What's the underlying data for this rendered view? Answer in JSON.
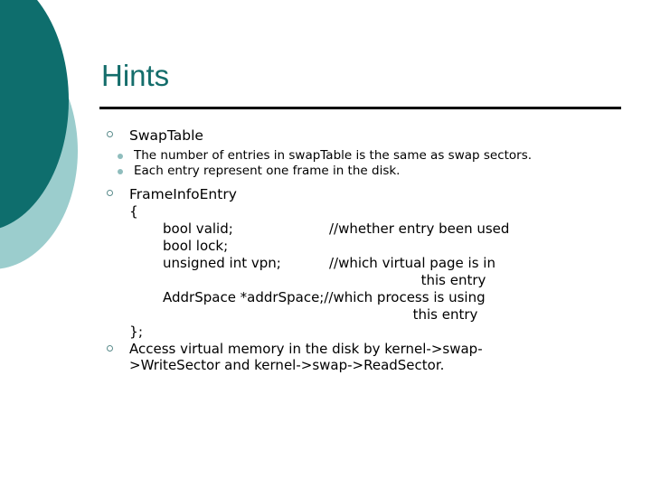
{
  "slide": {
    "title": "Hints",
    "theme": {
      "title_color": "#146D6B",
      "deco_dark_color": "#0E6E6D",
      "deco_light_color": "#9BCDCD",
      "bullet_level1_color": "#5B8C8C",
      "bullet_level2_color": "#8FBDBD",
      "rule_color": "#000000",
      "background": "#ffffff",
      "text_color": "#000000"
    },
    "bullets": {
      "swap_table": {
        "label": "SwapTable",
        "sub_items": [
          "The number of entries in swapTable is the same as swap sectors.",
          "Each entry represent one frame in the disk."
        ]
      },
      "frame_info_entry": {
        "label": "FrameInfoEntry",
        "open_brace": "{",
        "close_brace": "};",
        "fields": [
          {
            "decl": "bool valid;",
            "comment": "//whether entry been used",
            "comment_cont": ""
          },
          {
            "decl": "bool lock;",
            "comment": "",
            "comment_cont": ""
          },
          {
            "decl": "unsigned int vpn;",
            "comment": "//which virtual page is in",
            "comment_cont": "this entry"
          }
        ],
        "wide_field": {
          "text": "AddrSpace *addrSpace;//which process is using",
          "comment_cont": "this entry"
        }
      },
      "access": {
        "line1": "Access virtual memory in the disk by kernel->swap-",
        "line2": ">WriteSector and kernel->swap->ReadSector."
      }
    }
  }
}
